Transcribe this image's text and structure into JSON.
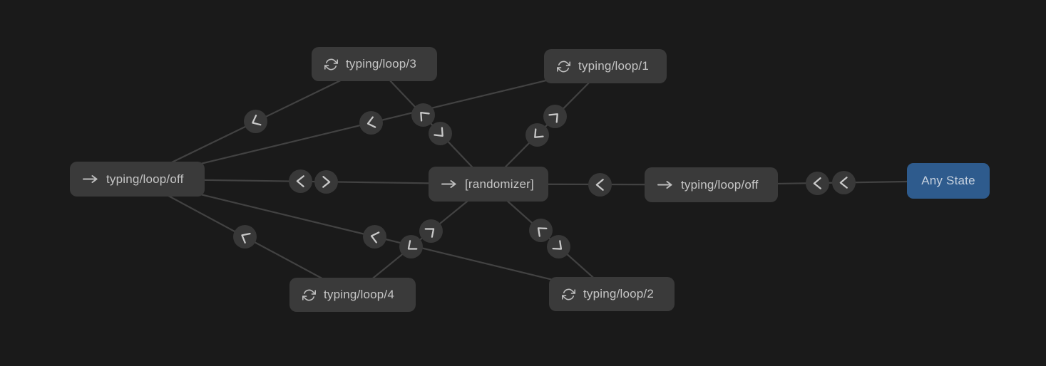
{
  "colors": {
    "background": "#1a1a1a",
    "node_background": "#3a3a3a",
    "node_text": "#c5c5c5",
    "edge_line": "#424242",
    "badge_background": "#383838",
    "badge_glyph": "#c9c9c9",
    "any_state_background": "#2e5b8d",
    "any_state_text": "#c6d1de"
  },
  "graph": {
    "nodes": [
      {
        "id": "typing-loop-3",
        "label": "typing/loop/3",
        "icon": "loop-icon",
        "variant": "default"
      },
      {
        "id": "typing-loop-1",
        "label": "typing/loop/1",
        "icon": "loop-icon",
        "variant": "default"
      },
      {
        "id": "typing-loop-off-left",
        "label": "typing/loop/off",
        "icon": "arrow-right-icon",
        "variant": "default"
      },
      {
        "id": "randomizer",
        "label": "[randomizer]",
        "icon": "arrow-right-icon",
        "variant": "default"
      },
      {
        "id": "typing-loop-off-right",
        "label": "typing/loop/off",
        "icon": "arrow-right-icon",
        "variant": "default"
      },
      {
        "id": "any-state",
        "label": "Any State",
        "icon": null,
        "variant": "accent"
      },
      {
        "id": "typing-loop-4",
        "label": "typing/loop/4",
        "icon": "loop-icon",
        "variant": "default"
      },
      {
        "id": "typing-loop-2",
        "label": "typing/loop/2",
        "icon": "loop-icon",
        "variant": "default"
      }
    ],
    "edges": [
      {
        "from": "typing-loop-off-left",
        "to": "typing-loop-3",
        "badges": [
          {
            "t": 0.5,
            "dir": "backward"
          }
        ]
      },
      {
        "from": "typing-loop-off-left",
        "to": "typing-loop-1",
        "badges": [
          {
            "t": 0.5,
            "dir": "backward"
          }
        ]
      },
      {
        "from": "typing-loop-off-left",
        "to": "randomizer",
        "badges": [
          {
            "t": 0.464,
            "dir": "backward"
          },
          {
            "t": 0.539,
            "dir": "forward"
          }
        ]
      },
      {
        "from": "typing-loop-off-left",
        "to": "typing-loop-4",
        "badges": [
          {
            "t": 0.5,
            "dir": "backward"
          }
        ]
      },
      {
        "from": "typing-loop-off-left",
        "to": "typing-loop-2",
        "badges": [
          {
            "t": 0.501,
            "dir": "backward"
          }
        ]
      },
      {
        "from": "randomizer",
        "to": "typing-loop-3",
        "badges": [
          {
            "t": 0.575,
            "dir": "forward"
          },
          {
            "t": 0.419,
            "dir": "backward"
          }
        ]
      },
      {
        "from": "randomizer",
        "to": "typing-loop-1",
        "badges": [
          {
            "t": 0.573,
            "dir": "forward"
          },
          {
            "t": 0.415,
            "dir": "backward"
          }
        ]
      },
      {
        "from": "randomizer",
        "to": "typing-loop-4",
        "badges": [
          {
            "t": 0.567,
            "dir": "forward"
          },
          {
            "t": 0.425,
            "dir": "backward"
          }
        ]
      },
      {
        "from": "randomizer",
        "to": "typing-loop-2",
        "badges": [
          {
            "t": 0.572,
            "dir": "forward"
          },
          {
            "t": 0.422,
            "dir": "backward"
          }
        ]
      },
      {
        "from": "randomizer",
        "to": "typing-loop-off-right",
        "badges": [
          {
            "t": 0.502,
            "dir": "backward"
          }
        ]
      },
      {
        "from": "typing-loop-off-right",
        "to": "any-state",
        "badges": [
          {
            "t": 0.447,
            "dir": "backward"
          },
          {
            "t": 0.558,
            "dir": "backward"
          }
        ]
      }
    ]
  }
}
